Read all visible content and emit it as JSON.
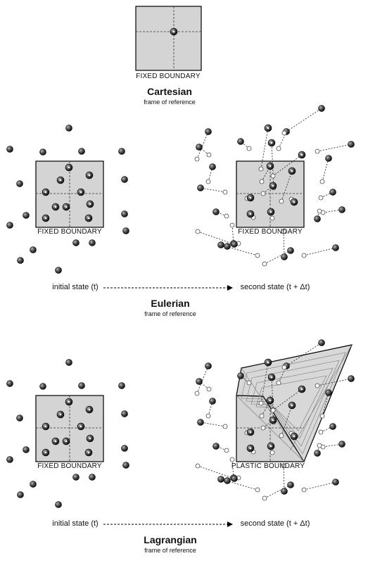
{
  "cartesian": {
    "boundary_label": "FIXED BOUNDARY",
    "heading": "Cartesian",
    "subheading": "frame of reference"
  },
  "eulerian": {
    "initial_boundary_label": "FIXED BOUNDARY",
    "second_boundary_label": "FIXED BOUNDARY",
    "initial_state_label": "initial state (t)",
    "second_state_label": "second state (t + Δt)",
    "heading": "Eulerian",
    "subheading": "frame of reference"
  },
  "lagrangian": {
    "initial_boundary_label": "FIXED BOUNDARY",
    "second_boundary_label": "PLASTIC BOUNDARY",
    "initial_state_label": "initial state (t)",
    "second_state_label": "second state (t + Δt)",
    "heading": "Lagrangian",
    "subheading": "frame of reference"
  },
  "colors": {
    "boundary_fill": "#d4d4d4",
    "particle": "#2a2a2a",
    "outline": "#000000"
  }
}
